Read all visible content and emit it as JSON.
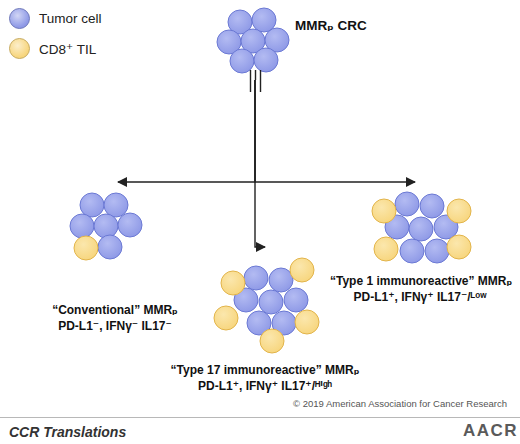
{
  "diagram": {
    "nodes": [
      {
        "text": [
          "MMRₚ CRC"
        ]
      },
      {
        "text": [
          "“Conventional” MMRₚ",
          "PD-L1⁻, IFNγ⁻ IL17⁻"
        ]
      },
      {
        "text": [
          "“Type 1 immunoreactive” MMRₚ",
          "PD-L1⁺, IFNγ⁺ IL17⁻/ᴸᵒʷ"
        ]
      },
      {
        "text": [
          "“Type 17 immunoreactive” MMRₚ",
          "PD-L1⁺, IFNγ⁺ IL17⁺/ᴴⁱᵍʰ"
        ]
      }
    ],
    "edges": [
      {
        "from": 0,
        "to": 1,
        "arrow": "to"
      },
      {
        "from": 0,
        "to": 2,
        "arrow": "to"
      },
      {
        "from": 0,
        "to": 3,
        "arrow": "to"
      }
    ],
    "labels": [
      "© 2019 American Association for Cancer Research",
      "CCR Translations",
      "AACR"
    ],
    "legend": [
      {
        "text": "Tumor cell",
        "color": "#8d98e6"
      },
      {
        "text": "CD8⁺ TIL",
        "color": "#f7d57c"
      }
    ]
  }
}
